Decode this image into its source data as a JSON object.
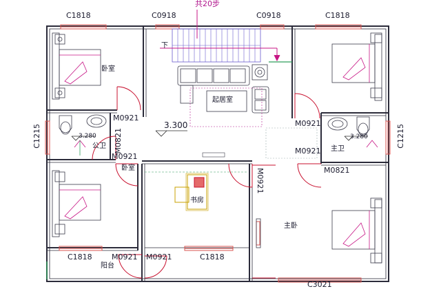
{
  "colors": {
    "wall": "#2b2b3a",
    "window": "#d9534f",
    "door": "#c8102e",
    "stair": "#6a5acd",
    "stair_arrow": "#c71585",
    "furniture": "#3a3a4a",
    "green": "#2e9e5b",
    "dimension": "#2a2a2a"
  },
  "labels": {
    "stair_steps": "共20步",
    "stair_down": "下",
    "window_top_left": "C1818",
    "window_top_mid_left": "C0918",
    "window_top_mid_right": "C0918",
    "window_top_right": "C1818",
    "window_left": "C1215",
    "window_right": "C1215",
    "window_bottom_left": "C1818",
    "window_bottom_mid": "C1818",
    "window_bottom_right": "C3021",
    "room_bedroom_top_left": "卧室",
    "room_living": "起居室",
    "room_public_bath": "公卫",
    "room_bedroom_bottom_left": "卧室",
    "room_study": "书房",
    "room_master_bath": "主卫",
    "room_master_bedroom": "主卧",
    "room_balcony": "阳台",
    "level_main": "3.300",
    "level_public_bath": "3.280",
    "level_master_bath": "3.280",
    "door_m0921_a": "M0921",
    "door_m0921_b": "M0921",
    "door_m0921_c": "M0921",
    "door_m0921_d": "M0921",
    "door_m0921_e": "M0921",
    "door_m0921_f": "M0921",
    "door_m0921_g": "M0921",
    "door_m0821_a": "M0821",
    "door_m0821_b": "M0821"
  }
}
